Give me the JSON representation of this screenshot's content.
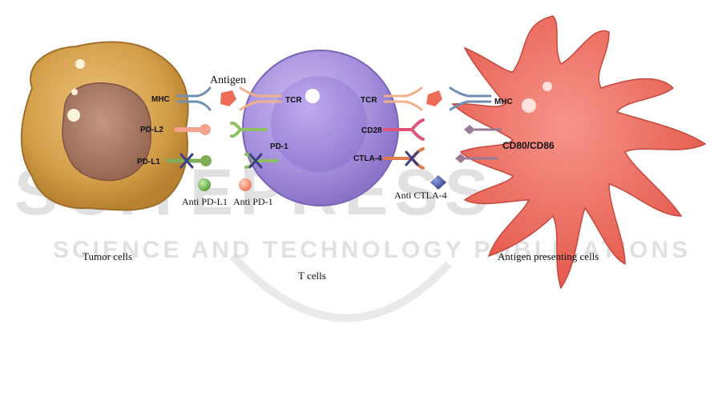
{
  "watermark": {
    "line1": "SCITEPRESS",
    "line2": "SCIENCE AND TECHNOLOGY PUBLICATIONS"
  },
  "labels": {
    "antigen": "Antigen",
    "mhc_left": "MHC",
    "pdl2": "PD-L2",
    "pdl1": "PD-L1",
    "tcr_left": "TCR",
    "pd1": "PD-1",
    "tcr_right": "TCR",
    "cd28": "CD28",
    "ctla4": "CTLA-4",
    "mhc_right": "MHC",
    "cd80_cd86": "CD80/CD86",
    "anti_pdl1": "Anti PD-L1",
    "anti_pd1": "Anti PD-1",
    "anti_ctla4": "Anti CTLA-4"
  },
  "captions": {
    "tumor": "Tumor cells",
    "tcell": "T cells",
    "apc": "Antigen presenting cells"
  },
  "colors": {
    "tumor_outer": "#d7a24a",
    "tumor_nucleus": "#a97a64",
    "tcell": "#a58fd8",
    "apc": "#ee6a5e",
    "mhc_receptor": "#6f8fb5",
    "tcr_receptor": "#f0b08c",
    "antigen": "#ee6b57",
    "pdl2": "#f2a38c",
    "pdl1_green": "#7fae58",
    "pd1_green": "#8cc063",
    "cd28": "#e0547a",
    "ctla4": "#e07b4d",
    "cd80_cd86": "#9a7a96",
    "blocker_x": "#3d3f86"
  }
}
